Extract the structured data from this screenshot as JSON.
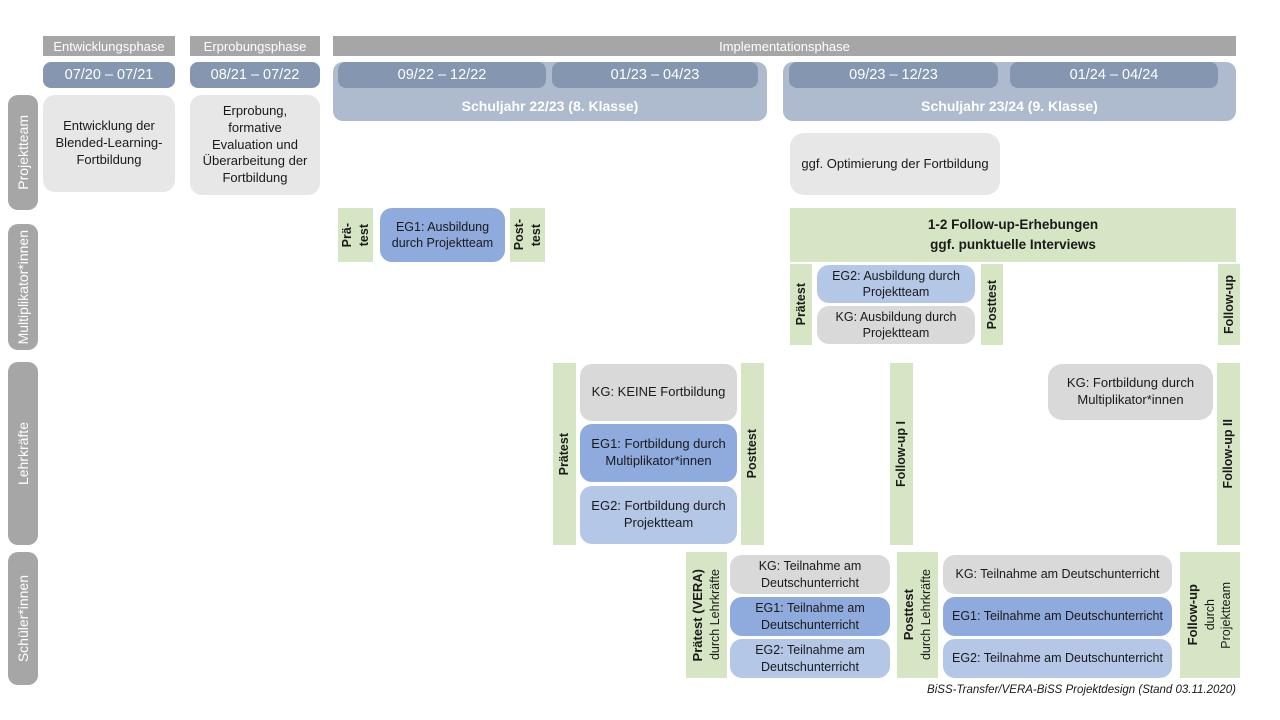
{
  "phases": {
    "entwicklung": "Entwicklungsphase",
    "erprobung": "Erprobungsphase",
    "implementation": "Implementationsphase"
  },
  "timeline": {
    "d1": "07/20 – 07/21",
    "d2": "08/21 – 07/22",
    "d3": "09/22 – 12/22",
    "d4": "01/23 – 04/23",
    "d5": "09/23 – 12/23",
    "d6": "01/24 – 04/24",
    "sy1": "Schuljahr 22/23 (8. Klasse)",
    "sy2": "Schuljahr 23/24 (9. Klasse)"
  },
  "row_labels": {
    "projektteam": "Projektteam",
    "multiplikatoren": "Multiplikator*innen",
    "lehrkraefte": "Lehrkräfte",
    "schueler": "Schüler*innen"
  },
  "projektteam": {
    "entwicklung_box": "Entwicklung der Blended-Learning-Fortbildung",
    "erprobung_box": "Erprobung, formative Evaluation und Überarbeitung der Fortbildung",
    "optimierung_box": "ggf. Optimierung der Fortbildung"
  },
  "multiplikatoren": {
    "praetest1_l1": "Prä-",
    "praetest1_l2": "test",
    "eg1": "EG1: Ausbildung durch Projektteam",
    "posttest1_l1": "Post-",
    "posttest1_l2": "test",
    "followup_banner_l1": "1-2 Follow-up-Erhebungen",
    "followup_banner_l2": "ggf. punktuelle Interviews",
    "praetest2": "Prätest",
    "eg2": "EG2: Ausbildung durch Projektteam",
    "kg": "KG: Ausbildung durch Projektteam",
    "posttest2": "Posttest",
    "followup": "Follow-up"
  },
  "lehrkraefte": {
    "praetest": "Prätest",
    "kg": "KG: KEINE Fortbildung",
    "eg1": "EG1: Fortbildung durch Multiplikator*innen",
    "eg2": "EG2: Fortbildung durch Projektteam",
    "posttest": "Posttest",
    "followup1": "Follow-up I",
    "kg2": "KG: Fortbildung durch Multiplikator*innen",
    "followup2": "Follow-up II"
  },
  "schueler": {
    "praetest_bold": "Prätest (VERA)",
    "praetest_sub": "durch Lehrkräfte",
    "kg1": "KG: Teilnahme am Deutschunterricht",
    "eg1_1": "EG1: Teilnahme am Deutschunterricht",
    "eg2_1": "EG2: Teilnahme am Deutschunterricht",
    "posttest_bold": "Posttest",
    "posttest_sub": "durch Lehrkräfte",
    "kg2": "KG: Teilnahme am Deutschunterricht",
    "eg1_2": "EG1: Teilnahme am Deutschunterricht",
    "eg2_2": "EG2: Teilnahme am Deutschunterricht",
    "followup_bold": "Follow-up",
    "followup_sub1": "durch",
    "followup_sub2": "Projektteam"
  },
  "caption": "BiSS-Transfer/VERA-BiSS Projektdesign (Stand 03.11.2020)",
  "colors": {
    "phase_gray": "#a6a6a6",
    "date_blue": "#8496b0",
    "schuljahr_blue": "#aebbce",
    "box_lightgray": "#e8e7e7",
    "box_gray": "#d9d9d9",
    "eg1_blue": "#8faadc",
    "eg2_blue": "#b4c7e7",
    "measure_green": "#d6e6c5"
  }
}
